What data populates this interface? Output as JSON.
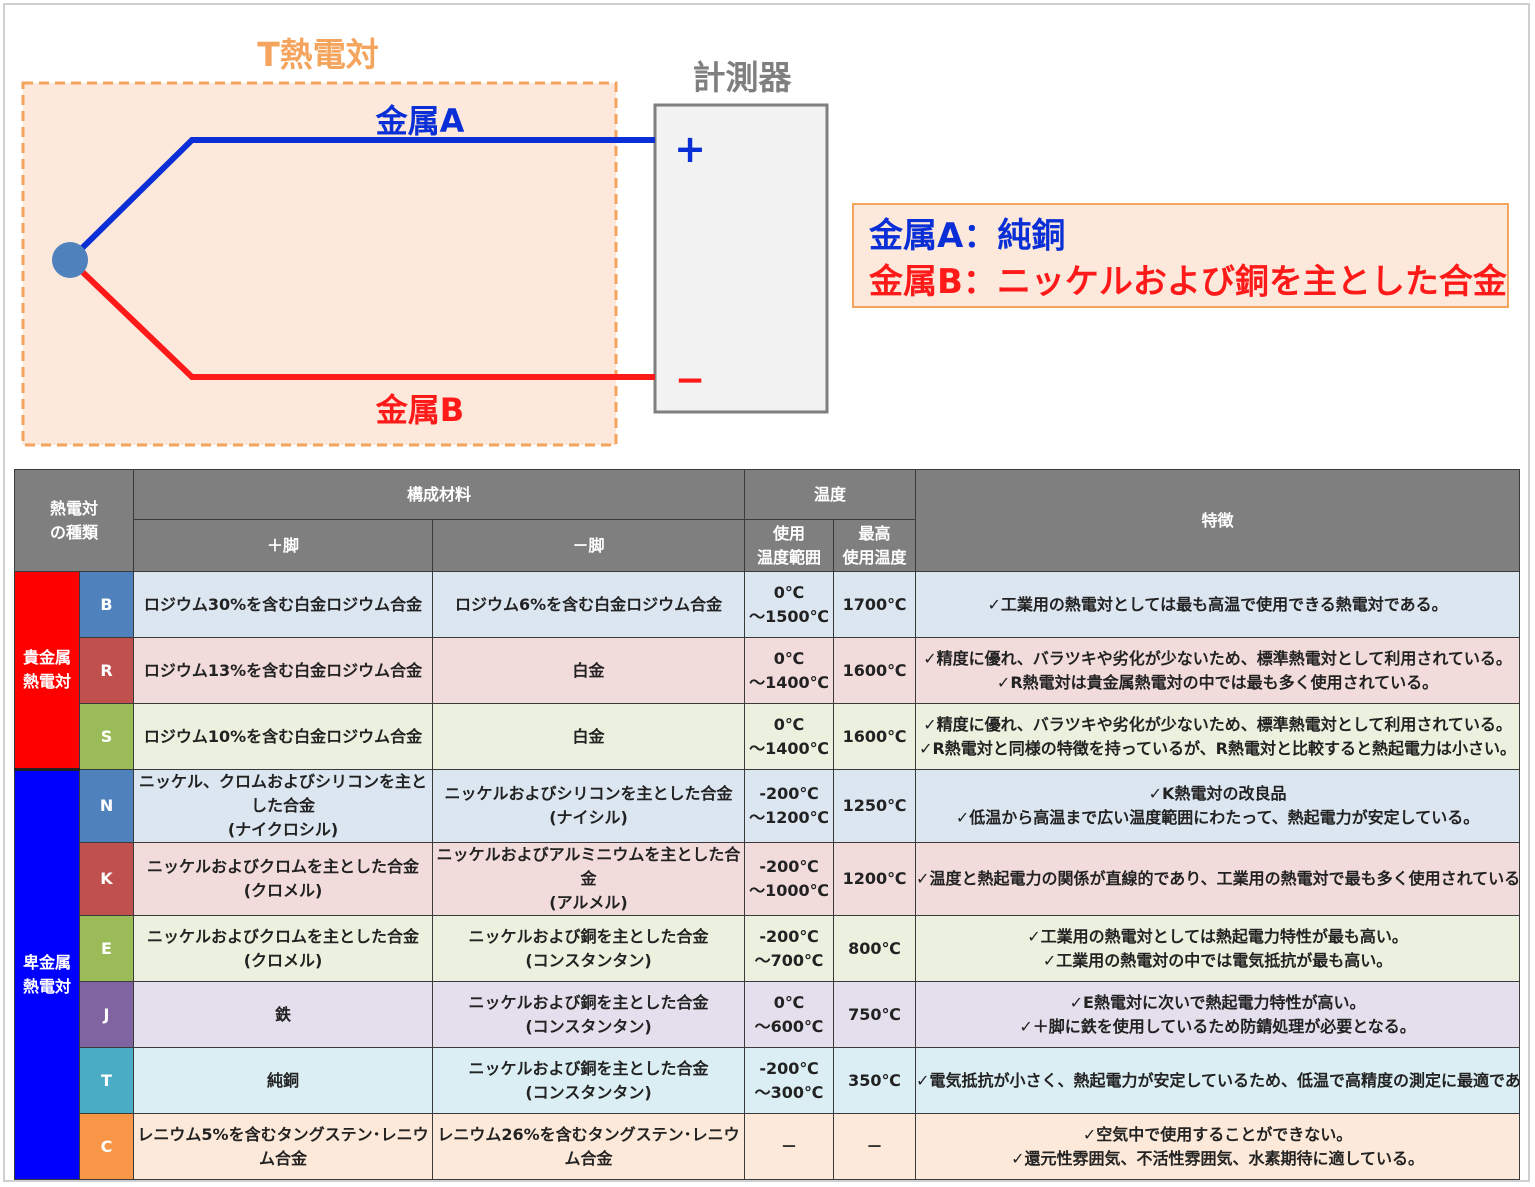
{
  "diagram": {
    "title": "T熱電対",
    "meter_label": "計測器",
    "metal_a_label": "金属A",
    "metal_b_label": "金属B",
    "plus_symbol": "+",
    "minus_symbol": "−",
    "colors": {
      "metal_a": "#0b2fd6",
      "metal_b": "#ff1a1a",
      "junction": "#4f81bd",
      "title": "#f4a45c",
      "box_fill": "#fce9dc"
    }
  },
  "legend": {
    "line_a": "金属A：純銅",
    "line_b": "金属B：ニッケルおよび銅を主とした合金"
  },
  "table": {
    "headers": {
      "type": "熱電対\nの種類",
      "materials": "構成材料",
      "plus_leg": "＋脚",
      "minus_leg": "－脚",
      "temperature": "温度",
      "range": "使用\n温度範囲",
      "max": "最高\n使用温度",
      "features": "特徴"
    },
    "groups": {
      "noble": "貴金属\n熱電対",
      "base": "卑金属\n熱電対"
    },
    "rows": [
      {
        "code": "B",
        "plus": "ロジウム30%を含む白金ロジウム合金",
        "minus": "ロジウム6%を含む白金ロジウム合金",
        "range": "0℃\n～1500℃",
        "max": "1700℃",
        "features": "✓工業用の熱電対としては最も高温で使用できる熱電対である。"
      },
      {
        "code": "R",
        "plus": "ロジウム13%を含む白金ロジウム合金",
        "minus": "白金",
        "range": "0℃\n～1400℃",
        "max": "1600℃",
        "features": "✓精度に優れ、バラツキや劣化が少ないため、標準熱電対として利用されている。\n✓R熱電対は貴金属熱電対の中では最も多く使用されている。"
      },
      {
        "code": "S",
        "plus": "ロジウム10%を含む白金ロジウム合金",
        "minus": "白金",
        "range": "0℃\n～1400℃",
        "max": "1600℃",
        "features": "✓精度に優れ、バラツキや劣化が少ないため、標準熱電対として利用されている。\n✓R熱電対と同様の特徴を持っているが、R熱電対と比較すると熱起電力は小さい。"
      },
      {
        "code": "N",
        "plus": "ニッケル、クロムおよびシリコンを主とした合金\n(ナイクロシル)",
        "minus": "ニッケルおよびシリコンを主とした合金\n(ナイシル)",
        "range": "-200℃\n～1200℃",
        "max": "1250℃",
        "features": "✓K熱電対の改良品\n✓低温から高温まで広い温度範囲にわたって、熱起電力が安定している。"
      },
      {
        "code": "K",
        "plus": "ニッケルおよびクロムを主とした合金\n(クロメル)",
        "minus": "ニッケルおよびアルミニウムを主とした合金\n(アルメル)",
        "range": "-200℃\n～1000℃",
        "max": "1200℃",
        "features": "✓温度と熱起電力の関係が直線的であり、工業用の熱電対で最も多く使用されている。"
      },
      {
        "code": "E",
        "plus": "ニッケルおよびクロムを主とした合金\n(クロメル)",
        "minus": "ニッケルおよび銅を主とした合金\n(コンスタンタン)",
        "range": "-200℃\n～700℃",
        "max": "800℃",
        "features": "✓工業用の熱電対としては熱起電力特性が最も高い。\n✓工業用の熱電対の中では電気抵抗が最も高い。"
      },
      {
        "code": "J",
        "plus": "鉄",
        "minus": "ニッケルおよび銅を主とした合金\n(コンスタンタン)",
        "range": "0℃\n～600℃",
        "max": "750℃",
        "features": "✓E熱電対に次いで熱起電力特性が高い。\n✓＋脚に鉄を使用しているため防錆処理が必要となる。"
      },
      {
        "code": "T",
        "plus": "純銅",
        "minus": "ニッケルおよび銅を主とした合金\n(コンスタンタン)",
        "range": "-200℃\n～300℃",
        "max": "350℃",
        "features": "✓電気抵抗が小さく、熱起電力が安定しているため、低温で高精度の測定に最適である。"
      },
      {
        "code": "C",
        "plus": "レニウム5%を含むタングステン･レニウム合金",
        "minus": "レニウム26%を含むタングステン･レニウム合金",
        "range": "－",
        "max": "－",
        "features": "✓空気中で使用することができない。\n✓還元性雰囲気、不活性雰囲気、水素期待に適している。"
      }
    ]
  }
}
